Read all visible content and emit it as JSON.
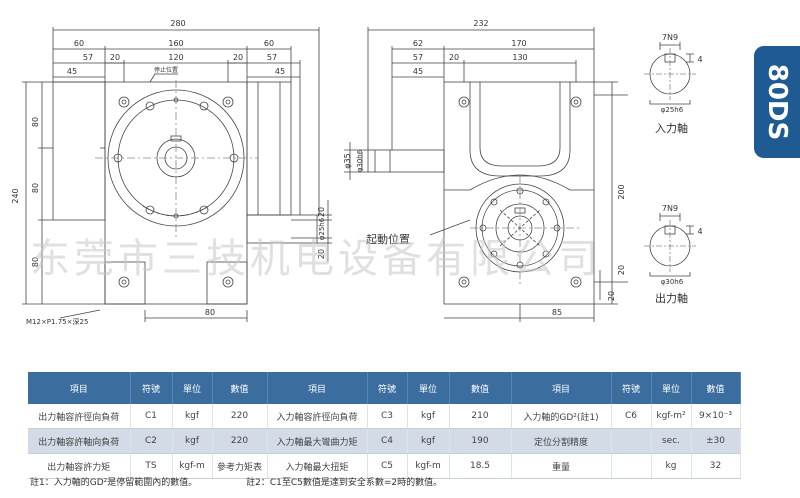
{
  "series_tab": "80DS",
  "watermark": "东莞市三技机电设备有限公司",
  "front_view": {
    "dims_top": [
      "280",
      "60",
      "160",
      "60",
      "57",
      "20",
      "120",
      "20",
      "57",
      "45",
      "45"
    ],
    "dims_left": [
      "240",
      "80",
      "80",
      "80"
    ],
    "dims_bottom": [
      "80"
    ],
    "dims_right": [
      "20",
      "φ25h6",
      "20"
    ],
    "start_label": "停止位置",
    "thread_note": "M12×P1.75×深25"
  },
  "side_view": {
    "dims_top": [
      "232",
      "62",
      "170",
      "57",
      "130",
      "20",
      "45"
    ],
    "dims_left": [
      "φ35",
      "φ30h6"
    ],
    "dims_right": [
      "200",
      "20",
      "20"
    ],
    "dims_bottom": [
      "85"
    ],
    "start_label": "起動位置"
  },
  "input_shaft": {
    "key": "7N9",
    "depth": "4",
    "dia": "φ25h6",
    "caption": "入力軸"
  },
  "output_shaft": {
    "key": "7N9",
    "depth": "4",
    "dia": "φ30h6",
    "caption": "出力軸"
  },
  "table": {
    "headers": [
      "項目",
      "符號",
      "單位",
      "數值",
      "項目",
      "符號",
      "單位",
      "數值",
      "項目",
      "符號",
      "單位",
      "數值"
    ],
    "rows": [
      [
        "出力軸容許徑向負荷",
        "C1",
        "kgf",
        "220",
        "入力軸容許徑向負荷",
        "C3",
        "kgf",
        "210",
        "入力軸的GD²(註1)",
        "C6",
        "kgf-m²",
        "9×10⁻³"
      ],
      [
        "出力軸容許軸向負荷",
        "C2",
        "kgf",
        "220",
        "入力軸最大彎曲力矩",
        "C4",
        "kgf",
        "190",
        "定位分割精度",
        "",
        "sec.",
        "±30"
      ],
      [
        "出力軸容許力矩",
        "TS",
        "kgf-m",
        "參考力矩表",
        "入力軸最大扭矩",
        "C5",
        "kgf-m",
        "18.5",
        "重量",
        "",
        "kg",
        "32"
      ]
    ]
  },
  "notes": [
    "註1：入力軸的GD²是停留範圍內的數值。",
    "註2：C1至C5數值是達到安全系數=2時的數值。"
  ]
}
